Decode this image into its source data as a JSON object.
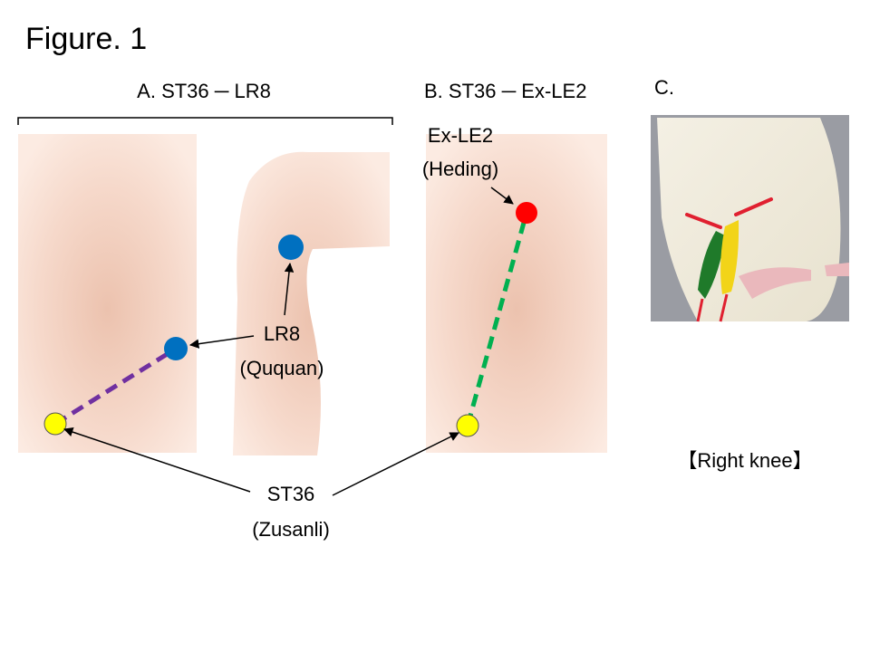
{
  "figure_title": "Figure. 1",
  "panels": {
    "a": {
      "title": "A. ST36 ─ LR8"
    },
    "b": {
      "title": "B. ST36 ─ Ex-LE2"
    },
    "c": {
      "title": "C.",
      "caption": "【Right knee】"
    }
  },
  "points": {
    "lr8": {
      "name": "LR8",
      "alias": "(Ququan)",
      "color": "#0070c0"
    },
    "st36": {
      "name": "ST36",
      "alias": "(Zusanli)",
      "color": "#ffff00"
    },
    "exle2": {
      "name": "Ex-LE2",
      "alias": "(Heding)",
      "color": "#ff0000"
    }
  },
  "lines": {
    "a_color": "#7030a0",
    "b_color": "#00b050"
  }
}
